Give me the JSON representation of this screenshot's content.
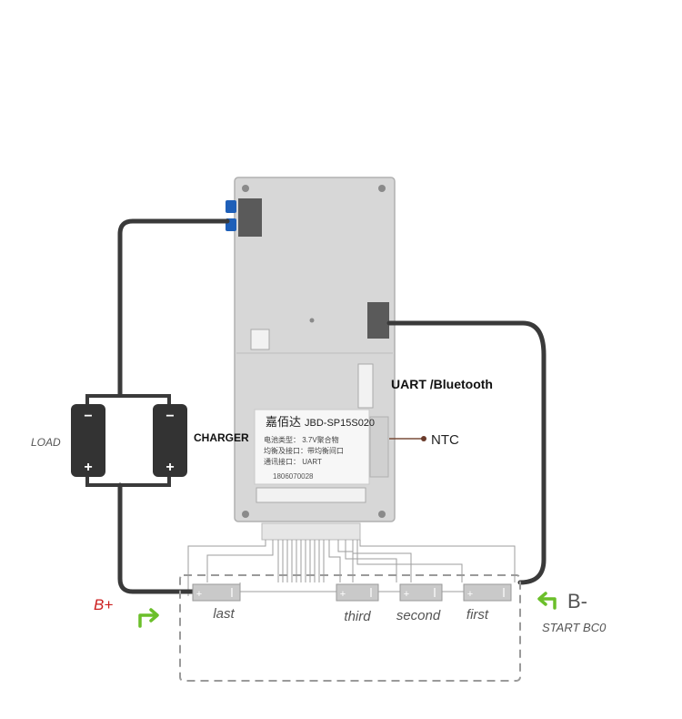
{
  "board": {
    "chinese_title": "嘉佰达",
    "model": "JBD-SP15S020",
    "sticker_lines": [
      "电池类型：  3.7V聚合物",
      "均衡及接口：带均衡间口",
      "通讯接口：  UART"
    ],
    "serial": "1806070028"
  },
  "labels": {
    "uart_bluetooth": "UART /Bluetooth",
    "ntc": "NTC",
    "charger": "CHARGER",
    "load": "LOAD",
    "b_plus": "B+",
    "b_minus": "B-",
    "start": "START BC0"
  },
  "cells": [
    {
      "name": "last"
    },
    {
      "name": "third"
    },
    {
      "name": "second"
    },
    {
      "name": "first"
    }
  ],
  "battery_symbols": {
    "minus": "−",
    "plus": "+"
  },
  "colors": {
    "wire": "#3a3a3a",
    "board": "#d6d6d6",
    "board_edge": "#b3b3b3",
    "pcb_green": "#3f8a3c",
    "blue_cap": "#1e5fb8",
    "cell_fill": "#c9c9c9",
    "dash": "#9a9a9a",
    "b_plus": "#cc1f1f",
    "arrow_green": "#6bbf2a",
    "battery": "#333333"
  }
}
